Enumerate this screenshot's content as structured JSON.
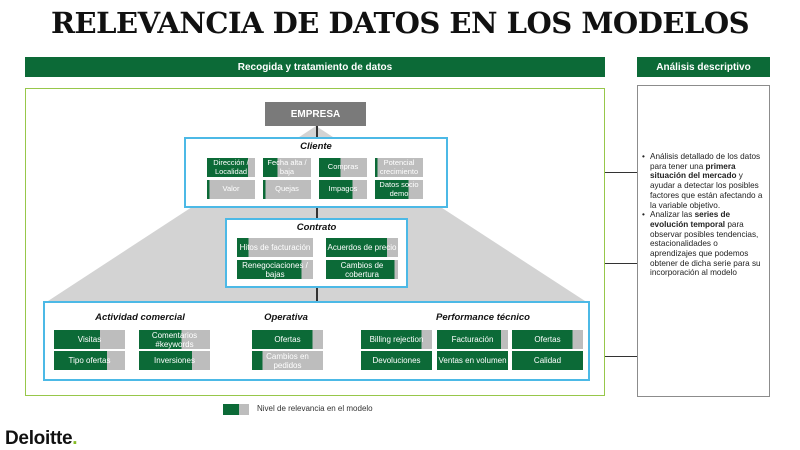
{
  "title": "RELEVANCIA DE DATOS EN LOS MODELOS",
  "banner_left": "Recogida y tratamiento de datos",
  "banner_right": "Análisis descriptivo",
  "empresa": "EMPRESA",
  "colors": {
    "relevance_green": "#0c6a37",
    "neutral_gray": "#bdbdbd",
    "frame_green": "#97c74a",
    "box_blue": "#4cb9e6",
    "pyramid_gray": "#d3d3d3"
  },
  "cliente": {
    "title": "Cliente",
    "chips": [
      {
        "label": "Dirección / Localidad",
        "relevance": 0.85
      },
      {
        "label": "Fecha alta / baja",
        "relevance": 0.3
      },
      {
        "label": "Compras",
        "relevance": 0.45
      },
      {
        "label": "Potencial crecimiento",
        "relevance": 0.05
      },
      {
        "label": "Valor",
        "relevance": 0.05
      },
      {
        "label": "Quejas",
        "relevance": 0.05
      },
      {
        "label": "Impagos",
        "relevance": 0.7
      },
      {
        "label": "Datos socio demo",
        "relevance": 0.7
      }
    ]
  },
  "contrato": {
    "title": "Contrato",
    "chips": [
      {
        "label": "Hitos de facturación",
        "relevance": 0.15
      },
      {
        "label": "Acuerdos de precio",
        "relevance": 0.85
      },
      {
        "label": "Renegociaciones / bajas",
        "relevance": 0.85
      },
      {
        "label": "Cambios de cobertura",
        "relevance": 0.95
      }
    ]
  },
  "actividad_comercial": {
    "title": "Actividad comercial",
    "chips": [
      {
        "label": "Visitas",
        "relevance": 0.65
      },
      {
        "label": "Comentarios #keywords",
        "relevance": 0.6
      },
      {
        "label": "Tipo ofertas",
        "relevance": 0.75
      },
      {
        "label": "Inversiones",
        "relevance": 0.75
      }
    ]
  },
  "operativa": {
    "title": "Operativa",
    "chips": [
      {
        "label": "Ofertas",
        "relevance": 0.85
      },
      {
        "label": "Cambios en pedidos",
        "relevance": 0.15
      }
    ]
  },
  "performance": {
    "title": "Performance técnico",
    "chips": [
      {
        "label": "Billing rejection",
        "relevance": 0.85
      },
      {
        "label": "Facturación",
        "relevance": 0.9
      },
      {
        "label": "Ofertas",
        "relevance": 0.85
      },
      {
        "label": "Devoluciones",
        "relevance": 1.0
      },
      {
        "label": "Ventas en volumen",
        "relevance": 1.0
      },
      {
        "label": "Calidad",
        "relevance": 1.0
      }
    ]
  },
  "description": {
    "item1": {
      "pre": "Análisis detallado de los datos para tener una ",
      "bold": "primera situación del mercado",
      "post": " y ayudar a detectar los posibles factores que están afectando a la variable objetivo."
    },
    "item2": {
      "pre": "Analizar las ",
      "bold": "series de evolución temporal",
      "post": " para observar posibles tendencias, estacionalidades o aprendizajes que podemos obtener de dicha serie para su incorporación al modelo"
    }
  },
  "legend": "Nivel de relevancia en el modelo",
  "logo": {
    "text": "Deloitte",
    "dot": "."
  }
}
